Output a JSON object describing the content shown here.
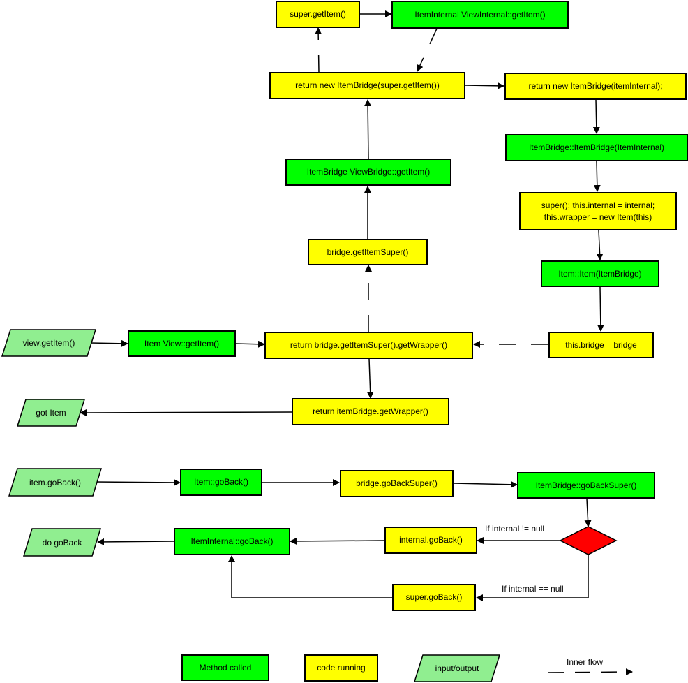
{
  "nodes": {
    "super_getitem": "super.getItem()",
    "iteminternal_viewinternal_getitem": "ItemInternal ViewInternal::getItem()",
    "return_new_itembridge_super": "return new ItemBridge(super.getItem())",
    "return_new_itembridge_internal": "return new ItemBridge(itemInternal);",
    "itembridge_ctor": "ItemBridge::ItemBridge(ItemInternal)",
    "itembridge_viewbridge_getitem": "ItemBridge ViewBridge::getItem()",
    "super_this_internal": "super(); this.internal = internal;\nthis.wrapper = new Item(this)",
    "bridge_getitemsuper": "bridge.getItemSuper()",
    "item_ctor": "Item::Item(ItemBridge)",
    "item_view_getitem": "Item View::getItem()",
    "return_bridge_getitemsuper_wrapper": "return bridge.getItemSuper().getWrapper()",
    "this_bridge": "this.bridge = bridge",
    "return_itembridge_getwrapper": "return itemBridge.getWrapper()",
    "item_goback_method": "Item::goBack()",
    "bridge_gobacksuper": "bridge.goBackSuper()",
    "itembridge_gobacksuper": "ItemBridge::goBackSuper()",
    "iteminternal_goback": "ItemInternal::goBack()",
    "internal_goback": "internal.goBack()",
    "super_goback": "super.goBack()"
  },
  "io": {
    "view_getitem": "view.getItem()",
    "got_item": "got Item",
    "item_goback": "item.goBack()",
    "do_goback": "do goBack"
  },
  "edge_labels": {
    "if_not_null": "If internal != null",
    "if_null": "If internal == null"
  },
  "legend": {
    "method_called": "Method called",
    "code_running": "code running",
    "input_output": "input/output",
    "inner_flow": "Inner flow"
  },
  "colors": {
    "method": "#00ff00",
    "code": "#ffff00",
    "io": "#90ee90",
    "decision": "#ff0000"
  }
}
